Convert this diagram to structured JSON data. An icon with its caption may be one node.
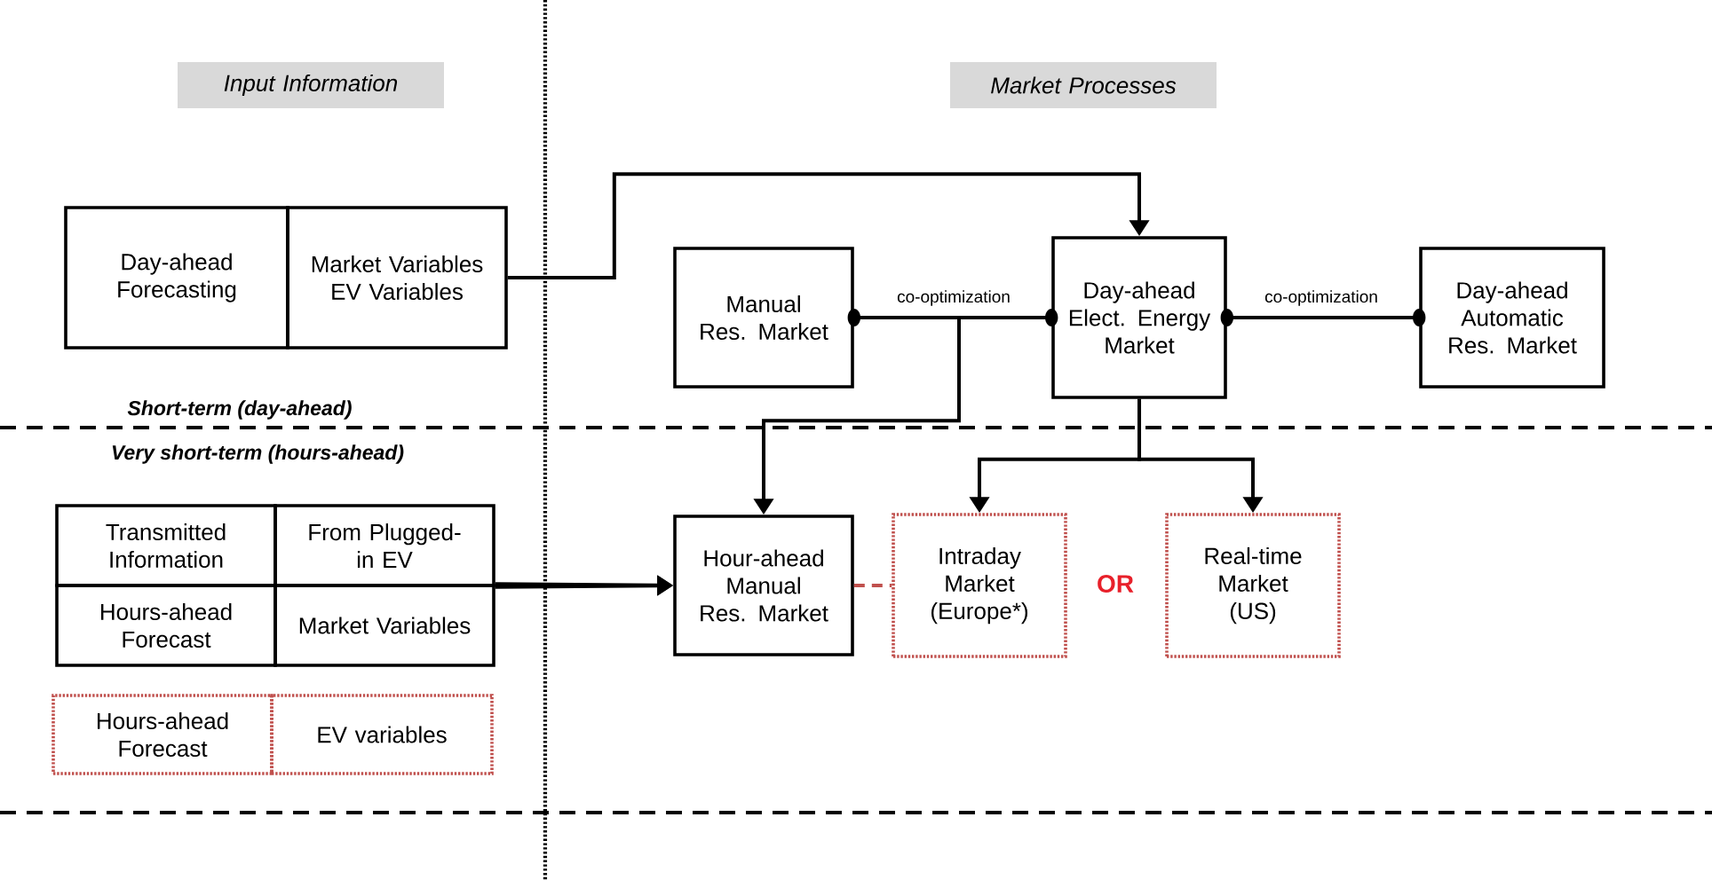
{
  "diagram": {
    "nodes": [
      {
        "text": [
          "Input Information"
        ]
      },
      {
        "text": [
          "Market Processes"
        ]
      },
      {
        "text": [
          "Day-ahead Forecasting"
        ]
      },
      {
        "text": [
          "Market Variables EV Variables"
        ]
      },
      {
        "text": [
          "Manual Res. Market"
        ]
      },
      {
        "text": [
          "Day-ahead Elect. Energy Market"
        ]
      },
      {
        "text": [
          "Day-ahead Automatic Res. Market"
        ]
      },
      {
        "text": [
          "Transmitted Information"
        ]
      },
      {
        "text": [
          "From Plugged-in EV"
        ]
      },
      {
        "text": [
          "Hour-ahead Manual Res. Market"
        ]
      },
      {
        "text": [
          "Intraday Market (Europe*)"
        ]
      },
      {
        "text": [
          "Real-time Market (US)"
        ]
      },
      {
        "text": [
          "Hours-ahead Forecast"
        ]
      },
      {
        "text": [
          "Market Variables"
        ]
      },
      {
        "text": [
          "Hours-ahead Forecast"
        ]
      },
      {
        "text": [
          "EV variables"
        ]
      }
    ],
    "edges": [
      {
        "from": 3,
        "to": 5,
        "arrow": "to"
      },
      {
        "from": 4,
        "to": 5,
        "arrow": "other",
        "label": "co-optimization"
      },
      {
        "from": 5,
        "to": 6,
        "arrow": "other",
        "label": "co-optimization"
      },
      {
        "from": null,
        "to": 9,
        "arrow": "to"
      },
      {
        "from": 5,
        "to": 10,
        "arrow": "to"
      },
      {
        "from": 5,
        "to": 11,
        "arrow": "to"
      },
      {
        "from": 8,
        "to": 9,
        "arrow": "to"
      },
      {
        "from": 13,
        "to": 9,
        "arrow": "to"
      },
      {
        "from": 9,
        "to": 10,
        "arrow": "none",
        "style": "dashed",
        "color": "#c0504d"
      }
    ],
    "labels": [
      "Short-term (day-ahead)",
      "Very short-term (hours-ahead)",
      "OR"
    ]
  }
}
